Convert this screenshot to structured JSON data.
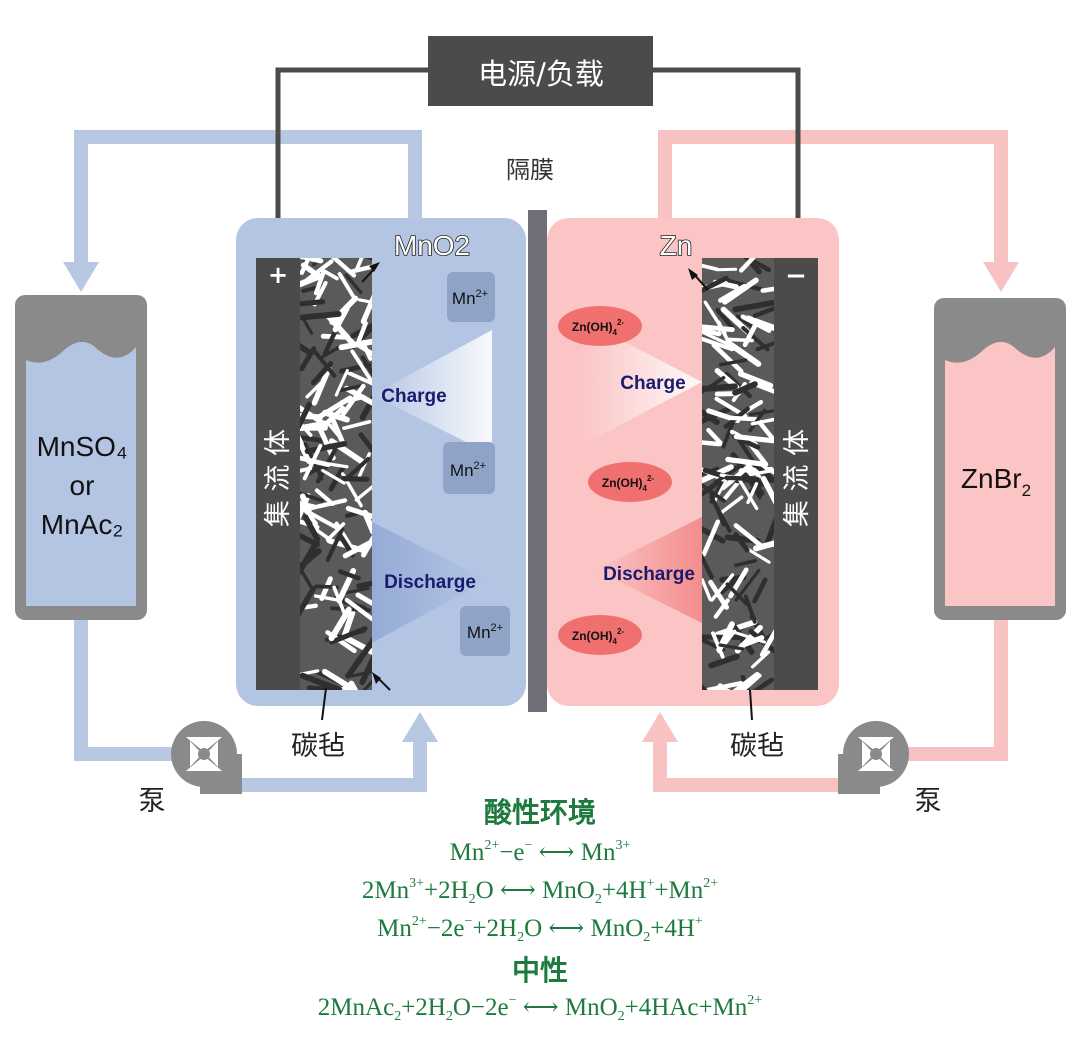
{
  "power_label": "电源/负载",
  "separator_label": "隔膜",
  "left": {
    "tank_lines": [
      "MnSO₄",
      "or",
      "MnAc₂"
    ],
    "electrode_sign": "+",
    "collector_label": "集 流 体",
    "electrode_product": "MnO2",
    "carbon_felt_label": "碳毡",
    "pump_label": "泵",
    "ion_label": "Mn",
    "ion_charge": "2+",
    "charge_label": "Charge",
    "discharge_label": "Discharge"
  },
  "right": {
    "tank_main": "ZnBr",
    "tank_sub": "2",
    "electrode_sign": "−",
    "collector_label": "集 流 体",
    "electrode_product": "Zn",
    "carbon_felt_label": "碳毡",
    "pump_label": "泵",
    "ion_label": "Zn(OH)",
    "ion_sub": "4",
    "ion_charge": "2-",
    "charge_label": "Charge",
    "discharge_label": "Discharge"
  },
  "equations": {
    "acidic_title": "酸性环境",
    "neutral_title": "中性",
    "eq1": {
      "a": "Mn",
      "a_sup": "2+",
      "b": "−e",
      "b_sup": "−",
      "c": "Mn",
      "c_sup": "3+"
    },
    "eq2": {
      "a": "2Mn",
      "a_sup": "3+",
      "b": "+2H",
      "b_sub": "2",
      "c": "O",
      "d": "MnO",
      "d_sub": "2",
      "e": "+4H",
      "e_sup": "+",
      "f": "+Mn",
      "f_sup": "2+"
    },
    "eq3": {
      "a": "Mn",
      "a_sup": "2+",
      "b": "−2e",
      "b_sup": "−",
      "c": "+2H",
      "c_sub": "2",
      "d": "O",
      "e": "MnO",
      "e_sub": "2",
      "f": "+4H",
      "f_sup": "+"
    },
    "eq4": {
      "a": "2MnAc",
      "a_sub": "2",
      "b": "+2H",
      "b_sub": "2",
      "c": "O−2e",
      "c_sup": "−",
      "d": "MnO",
      "d_sub": "2",
      "e": "+4HAc+Mn",
      "e_sup": "2+"
    }
  },
  "colors": {
    "blue_fill": "#b4c5e4",
    "blue_pipe": "#b9c8e2",
    "pink_fill": "#fbc5c5",
    "pink_pipe": "#f9c2c2",
    "dark": "#4b4b4b",
    "tank_gray": "#8a8a8a",
    "label_navy": "#1a1a6e",
    "ion_box": "#8fa3c7",
    "ion_oval": "#f07070",
    "equation_green": "#1e7a3e"
  }
}
